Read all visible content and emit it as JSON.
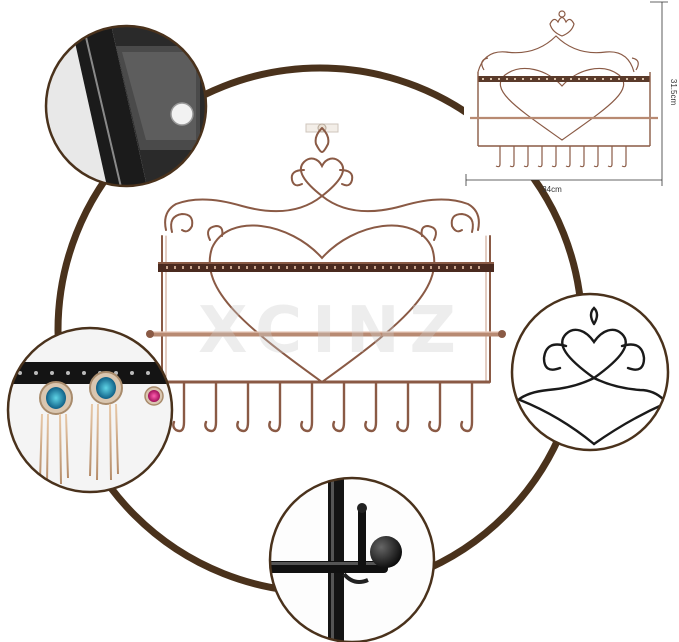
{
  "product": {
    "watermark": "XCINZ",
    "colors": {
      "copper": "#8a5a45",
      "copper_light": "#c79b86",
      "backdrop_ring": "#4a321c",
      "black_metal": "#1a1a1a"
    }
  },
  "dimension_inset": {
    "width_label": "34cm",
    "height_label": "31.5cm"
  },
  "detail_views": [
    {
      "name": "hanging-hole-closeup"
    },
    {
      "name": "earrings-closeup"
    },
    {
      "name": "scroll-top-closeup"
    },
    {
      "name": "rod-end-closeup"
    }
  ]
}
